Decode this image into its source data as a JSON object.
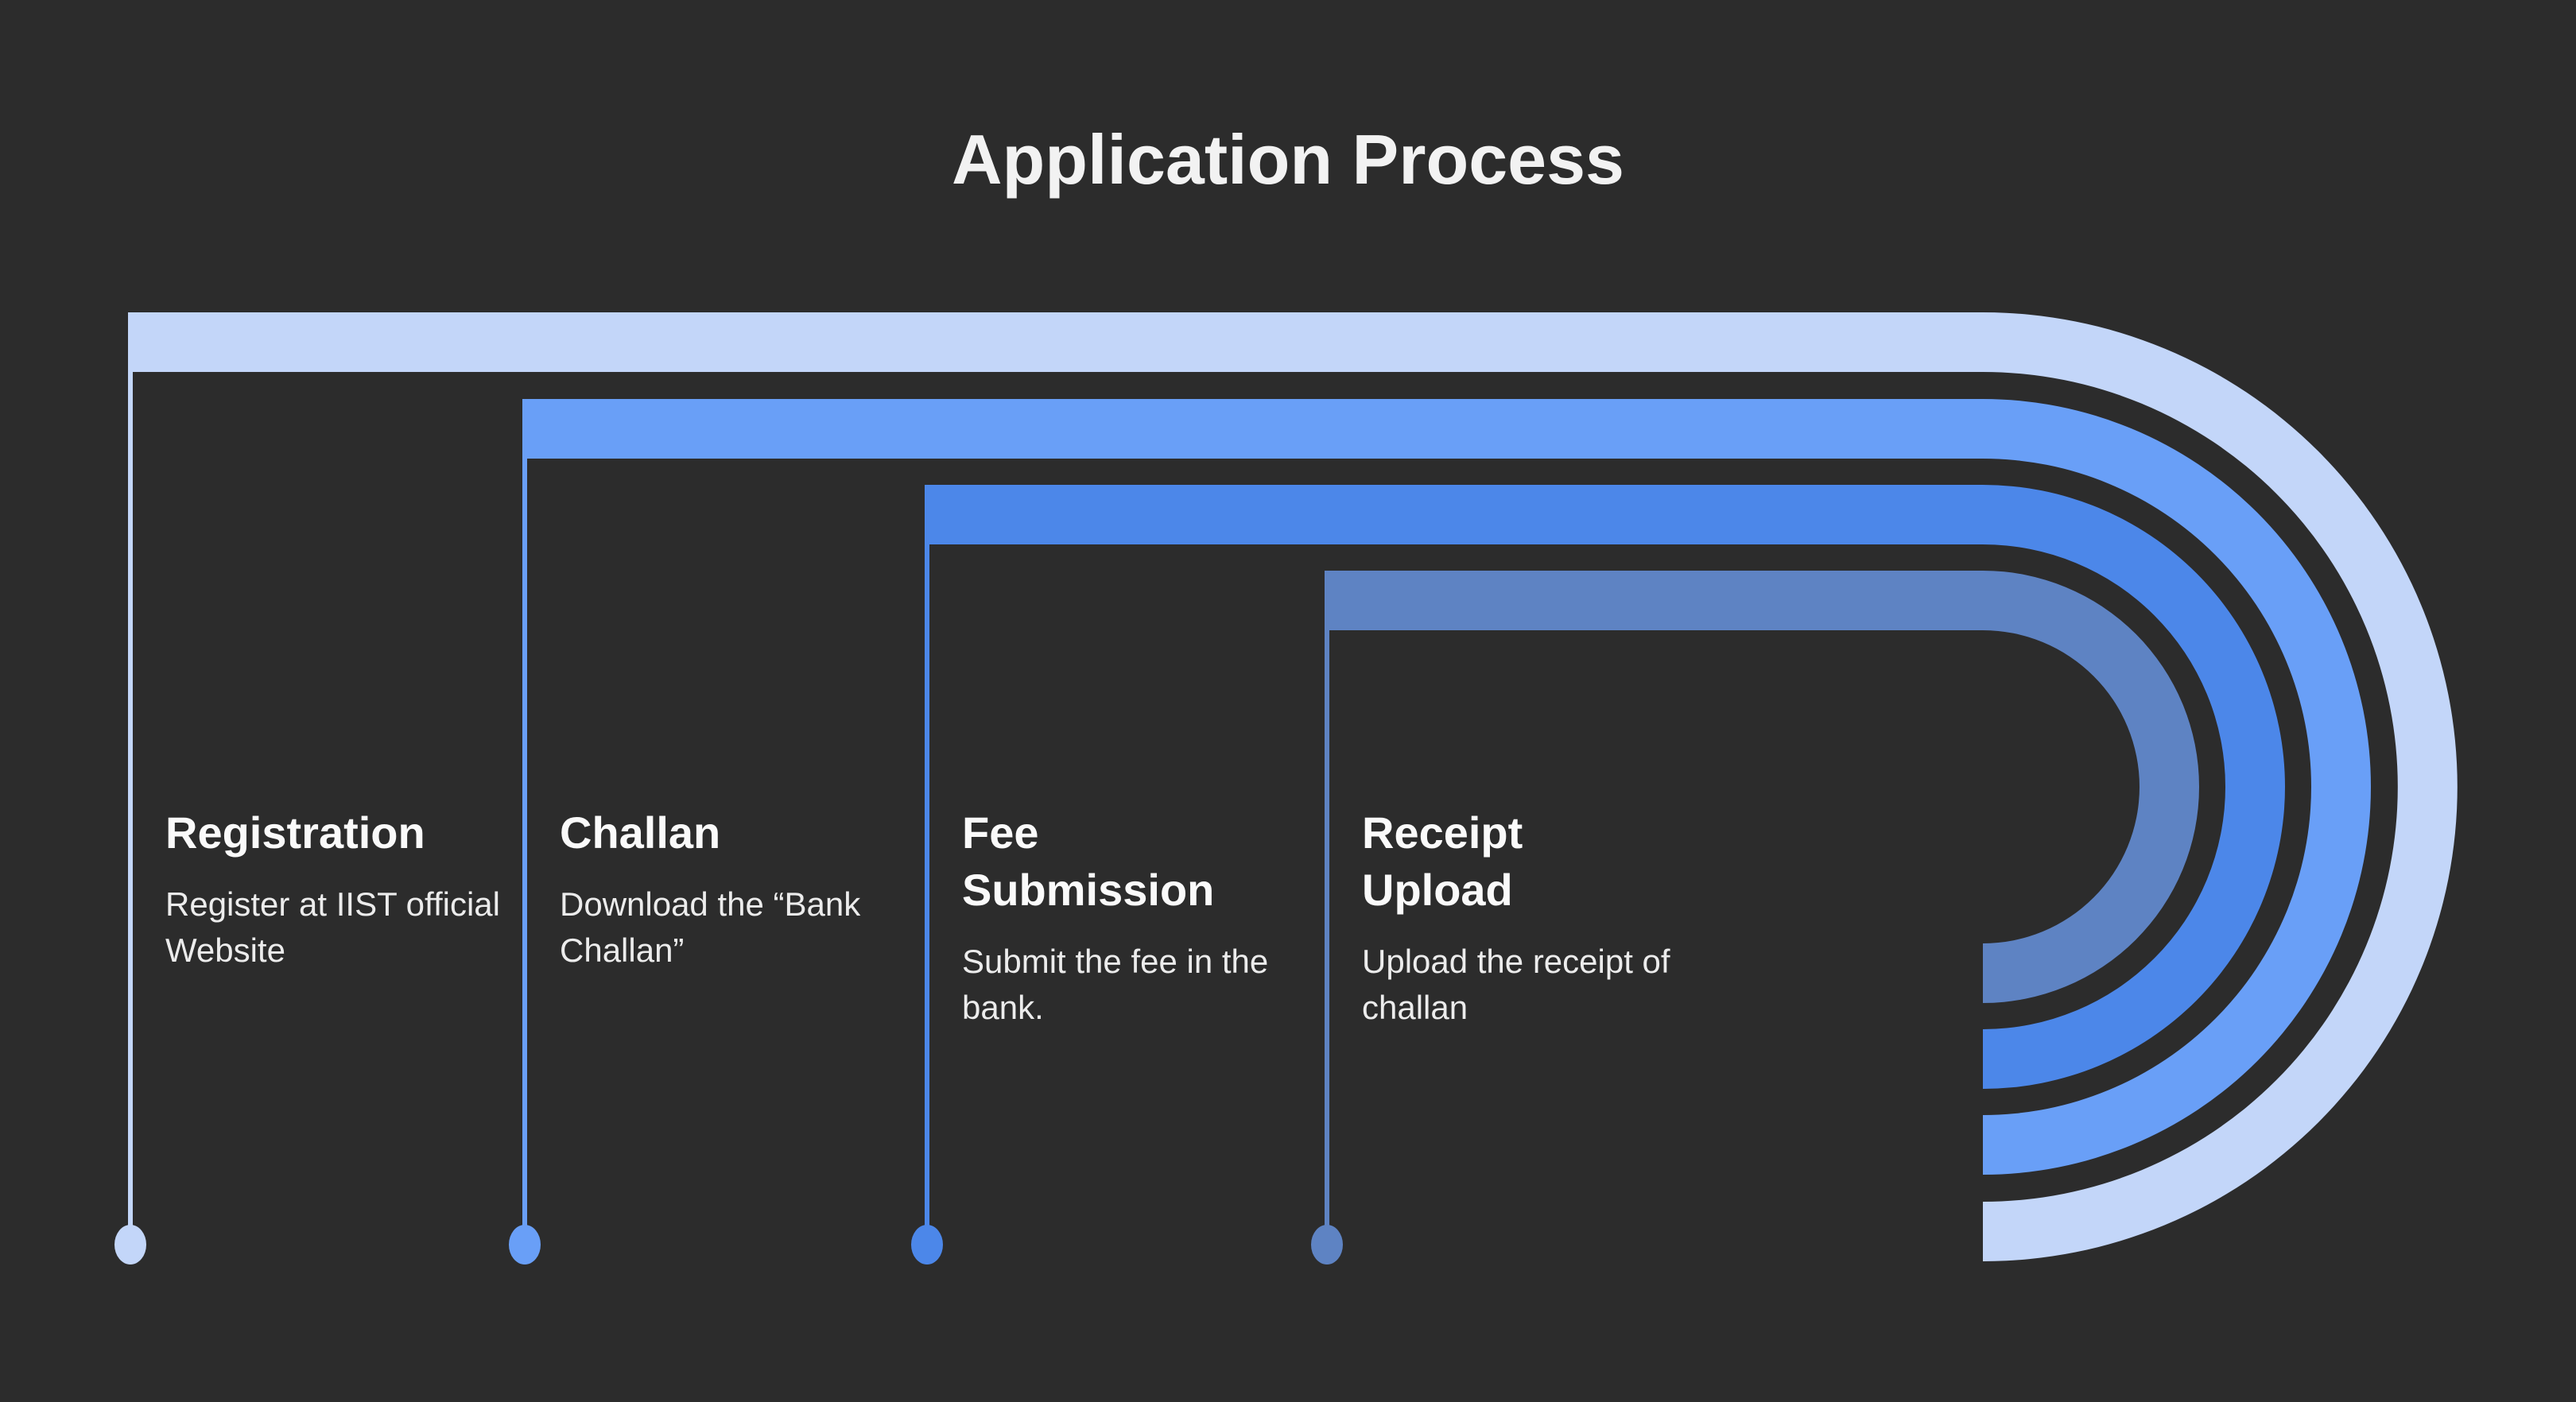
{
  "title": "Application Process",
  "colors": {
    "background": "#2c2c2c",
    "text": "#f2f2f2",
    "step1": "#c3d6f9",
    "step2": "#699ff7",
    "step3": "#4c87e9",
    "step4": "#5e83c3"
  },
  "steps": [
    {
      "heading": "Registration",
      "description": "Register at IIST official Website",
      "color": "#c3d6f9"
    },
    {
      "heading": "Challan",
      "description": "Download the “Bank Challan”",
      "color": "#699ff7"
    },
    {
      "heading": "Fee Submission",
      "description": "Submit the fee in the bank.",
      "color": "#4c87e9"
    },
    {
      "heading": "Receipt Upload",
      "description": "Upload the receipt of challan",
      "color": "#5e83c3"
    }
  ]
}
